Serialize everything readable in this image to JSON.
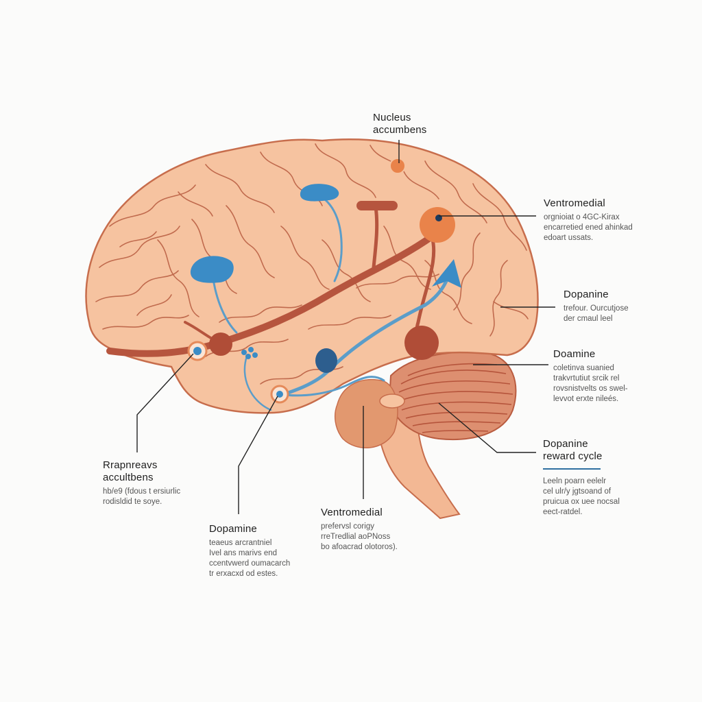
{
  "colors": {
    "brain_fill": "#f6c3a0",
    "brain_stroke": "#c76d4c",
    "gyri": "#c06a4d",
    "cerebellum": "#d98a6a",
    "pathway_red": "#b6553e",
    "pathway_blue": "#5b9dc9",
    "node_blue": "#3b8cc6",
    "node_dark_blue": "#2d5e8e",
    "node_orange": "#e9834a",
    "leader_line": "#222222",
    "accent_rule": "#2f6fa0"
  },
  "labels": {
    "nucleus_top": {
      "title_lines": [
        "Nucleus",
        "accumbens"
      ]
    },
    "ventromedial_right": {
      "title": "Ventromedial",
      "desc_lines": [
        "orgnioiat o 4GC-Kirax",
        "encarretied ened ahinkad",
        "edoart ussats."
      ]
    },
    "dopamine_right_1": {
      "title": "Dopanine",
      "desc_lines": [
        "trefour. Ourcutjose",
        "der cmaul leel"
      ]
    },
    "dopamine_right_2": {
      "title": "Doamine",
      "desc_lines": [
        "coletinva suanied",
        "trakvrtutiut srcik rel",
        "rovsnistvelts os swel-",
        "levvot erxte nileés."
      ]
    },
    "reward_cycle": {
      "title_lines": [
        "Dopanine",
        "reward cycle"
      ],
      "desc_lines": [
        "Leeln poarn eelelr",
        "cel ulr/y jgtsoand of",
        "pruicua ox uee nocsal",
        "eect-ratdel."
      ]
    },
    "raphe_left": {
      "title_lines": [
        "Rrapnreavs",
        "accultbens"
      ],
      "desc_lines": [
        "hb/e9 (fdous t ersiurlic",
        "rodisldid te soye."
      ]
    },
    "dopamine_bottom": {
      "title": "Dopamine",
      "desc_lines": [
        "teaeus arcrantniel",
        "Ivel ans marivs end",
        "ccentvwerd oumacarch",
        "tr erxacxd od estes."
      ]
    },
    "ventromedial_bottom": {
      "title": "Ventromedial",
      "desc_lines": [
        "prefervsl corigy",
        "rreTredlial aoPNoss",
        "bo afoacrad olotoros)."
      ]
    }
  }
}
